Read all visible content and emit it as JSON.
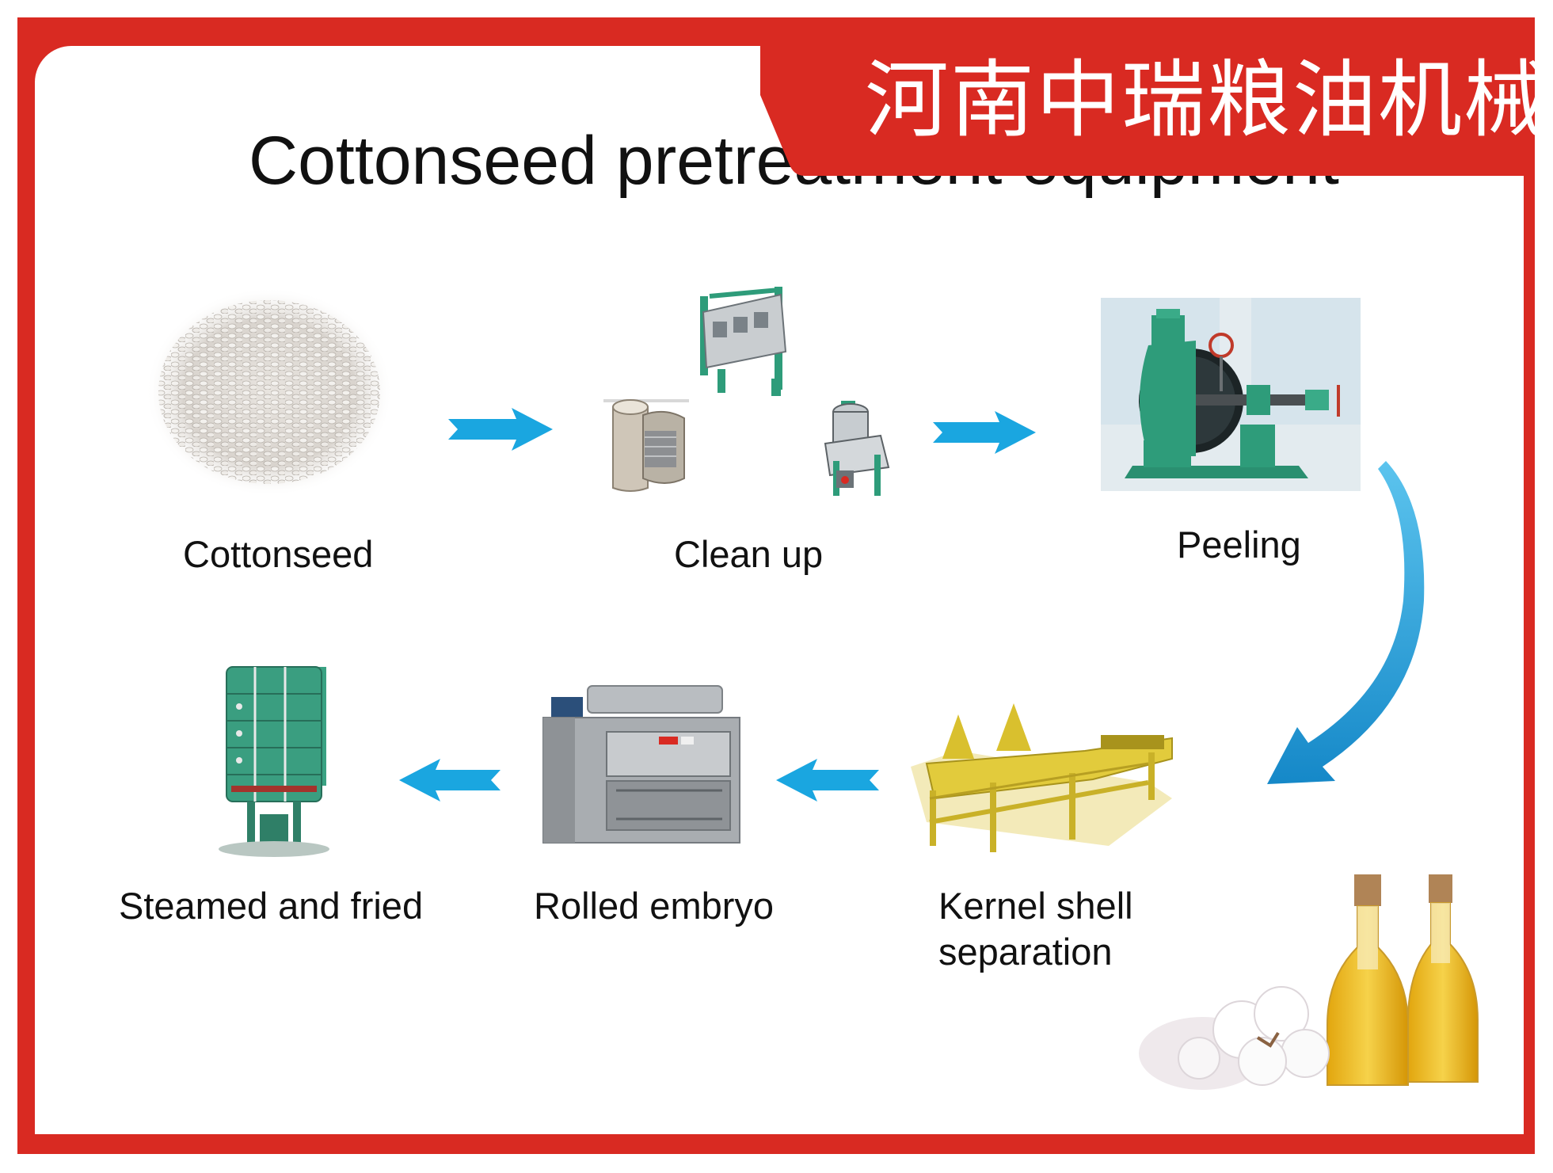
{
  "slide": {
    "brand": "河南中瑞粮油机械",
    "title": "Cottonseed pretreatment equipment"
  },
  "steps": [
    {
      "label": "Cottonseed"
    },
    {
      "label": "Clean up"
    },
    {
      "label": "Peeling"
    },
    {
      "label_line1": "Kernel shell",
      "label_line2": "separation"
    },
    {
      "label": "Rolled embryo"
    },
    {
      "label": "Steamed and fried"
    }
  ],
  "colors": {
    "frame_red": "#d92a22",
    "arrow_blue": "#1aa6e0",
    "machine_green": "#2e9c7a",
    "machine_yellow": "#dcc436",
    "machine_gray": "#a9adb1"
  },
  "icons": [
    "arrow-right-icon",
    "arrow-left-icon",
    "curved-arrow-icon"
  ]
}
